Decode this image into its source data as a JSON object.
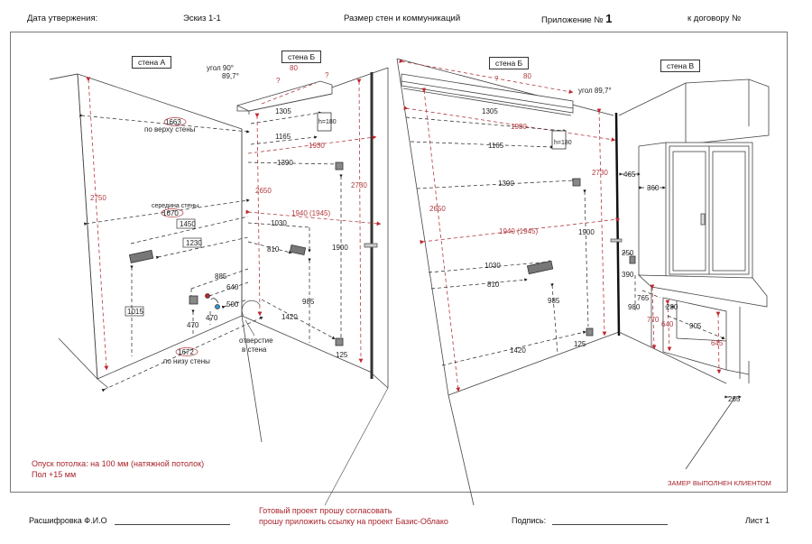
{
  "header": {
    "approval_date_label": "Дата утвержения:",
    "sketch_label": "Эскиз 1-1",
    "title": "Размер стен и коммуникаций",
    "appendix_label": "Приложение №",
    "appendix_number": "1",
    "contract_label": "к договору №"
  },
  "walls": {
    "wall_a": "стена А",
    "wall_b": "стена Б",
    "wall_v": "стена В"
  },
  "left_view": {
    "angle_label": "угол 90°",
    "angle_value": "89,7°",
    "beam_depth": "80",
    "beam_length": "?",
    "beam_width": "?",
    "top_width": "1663",
    "top_width_label": "по верху стены",
    "mid_width": "1670",
    "mid_width_label": "середина стены",
    "bottom_width": "1672",
    "bottom_width_label": "по низу стены",
    "wall_a_height": "2750",
    "wall_b_height_left": "2650",
    "wall_b_height_right": "2730",
    "d1305": "1305",
    "d1165": "1165",
    "d1930": "1930",
    "d1390": "1390",
    "d1940": "1940 (1945)",
    "d1030": "1030",
    "d810": "810",
    "d1900": "1900",
    "d985": "985",
    "d1420": "1420",
    "d125": "125",
    "d1450": "1450",
    "d1230": "1230",
    "d1015": "1015",
    "d885": "885",
    "d640": "640",
    "d500": "500",
    "d470a": "470",
    "d470b": "470",
    "hole_label_1": "отверстие",
    "hole_label_2": "в стена",
    "box_label": "h=180"
  },
  "right_view": {
    "beam_length": "?",
    "beam_depth": "80",
    "angle_label": "угол 89,7°",
    "d1305": "1305",
    "d1930": "1930",
    "d1165": "1165",
    "d2730": "2730",
    "d2650": "2650",
    "d1390": "1390",
    "d1940": "1940 (1945)",
    "d1900": "1900",
    "d1030": "1030",
    "d810": "810",
    "d985": "985",
    "d1420": "1420",
    "d125": "125",
    "box_label": "h=180",
    "d465": "465",
    "d360": "360",
    "d250": "250",
    "d390": "390",
    "d765": "765",
    "d980": "980",
    "d770": "770",
    "d280": "280",
    "d640": "640",
    "d905": "905",
    "d645": "645",
    "d265": "265"
  },
  "notes": {
    "ceiling": "Опуск потолка: на 100 мм (натяжной потолок)",
    "floor": "Пол +15 мм",
    "measured_by": "ЗАМЕР ВЫПОЛНЕН КЛИЕНТОМ"
  },
  "footer": {
    "name_label": "Расшифровка Ф.И.О",
    "request_line1": "Готовый проект прошу согласовать",
    "request_line2": "прошу приложить ссылку на проект Базис-Облако",
    "signature_label": "Подпись:",
    "sheet_label": "Лист 1"
  },
  "colors": {
    "accent_red": "#a8232b",
    "dim_red": "#b13a3f",
    "line": "#333333"
  }
}
